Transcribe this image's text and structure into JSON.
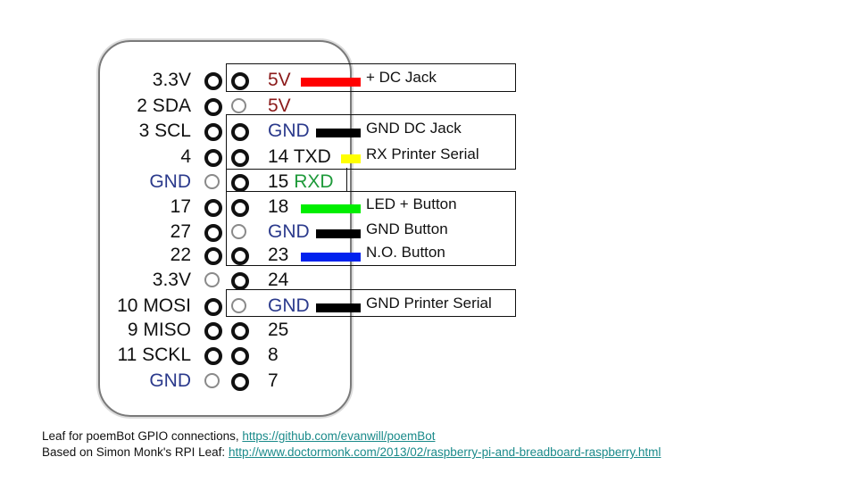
{
  "colors": {
    "default_text": "#111111",
    "gnd_blue": "#2b3a8c",
    "power_red": "#8b1a1a",
    "rxd_green": "#1e9a3a",
    "link": "#1a8a8a"
  },
  "pins": [
    {
      "left": "3.3V",
      "left_color": "default",
      "p1": "black",
      "p2": "black",
      "right": "5V",
      "right_color": "power",
      "wire_color": "#ff0000",
      "connection": "+ DC Jack"
    },
    {
      "left": "2 SDA",
      "left_color": "default",
      "p1": "black",
      "p2": "gray",
      "right": "5V",
      "right_color": "power",
      "wire_color": "",
      "connection": ""
    },
    {
      "left": "3 SCL",
      "left_color": "default",
      "p1": "black",
      "p2": "black",
      "right": "GND",
      "right_color": "gnd",
      "wire_color": "#000000",
      "connection": "GND DC Jack"
    },
    {
      "left": "4",
      "left_color": "default",
      "p1": "black",
      "p2": "black",
      "right": "14 TXD",
      "right_color": "default",
      "wire_color": "#ffff00",
      "connection": "RX Printer Serial"
    },
    {
      "left": "GND",
      "left_color": "gnd",
      "p1": "gray",
      "p2": "black",
      "right": "15 ",
      "right_extra": "RXD",
      "right_color": "default",
      "wire_color": "",
      "connection": ""
    },
    {
      "left": "17",
      "left_color": "default",
      "p1": "black",
      "p2": "black",
      "right": "18",
      "right_color": "default",
      "wire_color": "#00ee00",
      "connection": "LED + Button"
    },
    {
      "left": "27",
      "left_color": "default",
      "p1": "black",
      "p2": "gray",
      "right": "GND",
      "right_color": "gnd",
      "wire_color": "#000000",
      "connection": "GND Button"
    },
    {
      "left": "22",
      "left_color": "default",
      "p1": "black",
      "p2": "black",
      "right": "23",
      "right_color": "default",
      "wire_color": "#0022ee",
      "connection": "N.O. Button"
    },
    {
      "left": "3.3V",
      "left_color": "default",
      "p1": "gray",
      "p2": "black",
      "right": "24",
      "right_color": "default",
      "wire_color": "",
      "connection": ""
    },
    {
      "left": "10 MOSI",
      "left_color": "default",
      "p1": "black",
      "p2": "gray",
      "right": "GND",
      "right_color": "gnd",
      "wire_color": "#000000",
      "connection": "GND Printer Serial"
    },
    {
      "left": "9 MISO",
      "left_color": "default",
      "p1": "black",
      "p2": "black",
      "right": "25",
      "right_color": "default",
      "wire_color": "",
      "connection": ""
    },
    {
      "left": "11 SCKL",
      "left_color": "default",
      "p1": "black",
      "p2": "black",
      "right": "8",
      "right_color": "default",
      "wire_color": "",
      "connection": ""
    },
    {
      "left": "GND",
      "left_color": "gnd",
      "p1": "gray",
      "p2": "black",
      "right": "7",
      "right_color": "default",
      "wire_color": "",
      "connection": ""
    }
  ],
  "footer": {
    "line1_text": "Leaf for poemBot GPIO connections, ",
    "line1_link": "https://github.com/evanwill/poemBot",
    "line2_text": "Based on Simon Monk's RPI Leaf: ",
    "line2_link": "http://www.doctormonk.com/2013/02/raspberry-pi-and-breadboard-raspberry.html"
  }
}
